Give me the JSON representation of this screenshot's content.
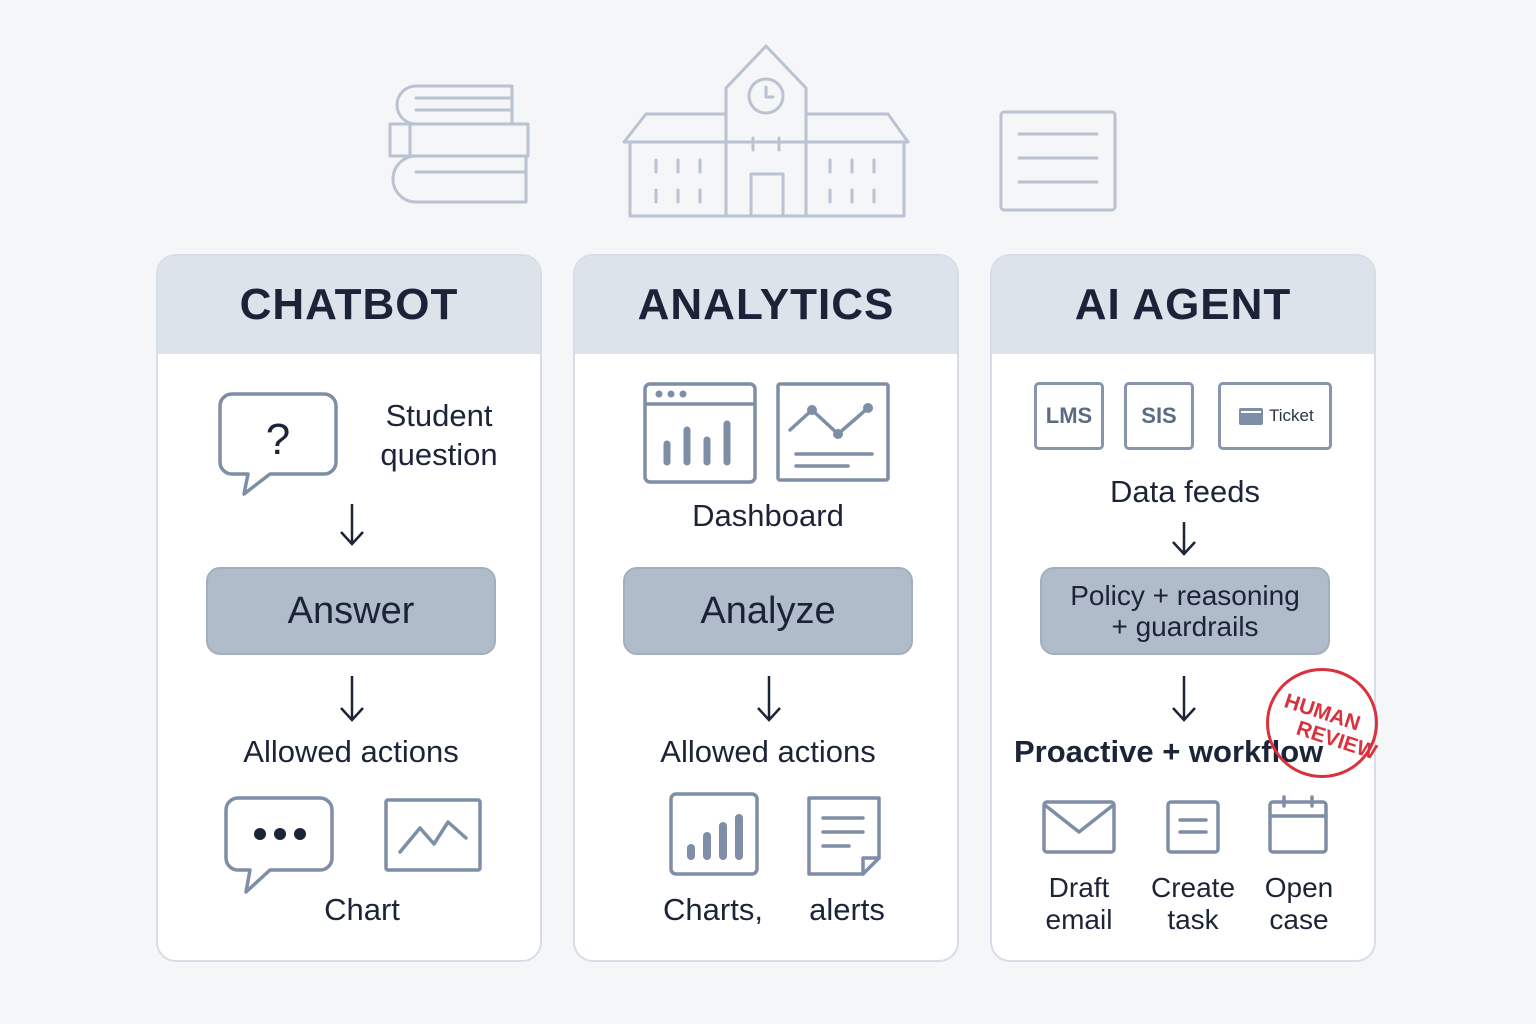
{
  "chatbot": {
    "title": "CHATBOT",
    "input_label": "Student question",
    "input_icon": "?",
    "process": "Answer",
    "outputs_label": "Allowed actions",
    "output_item": "Chart"
  },
  "analytics": {
    "title": "ANALYTICS",
    "input_label": "Dashboard",
    "process": "Analyze",
    "outputs_label": "Allowed actions",
    "output_items": [
      "Charts,",
      "alerts"
    ]
  },
  "agent": {
    "title": "AI AGENT",
    "sources": [
      "LMS",
      "SIS",
      "Ticket"
    ],
    "input_label": "Data feeds",
    "process_line1": "Policy + reasoning",
    "process_line2": "+ guardrails",
    "outputs_label": "Proactive + workflow",
    "stamp_line1": "HUMAN",
    "stamp_line2": "REVIEW",
    "actions": [
      {
        "line1": "Draft",
        "line2": "email"
      },
      {
        "line1": "Create",
        "line2": "task"
      },
      {
        "line1": "Open",
        "line2": "case"
      }
    ]
  },
  "colors": {
    "background": "#f5f6f8",
    "header": "#dde3ea",
    "pill": "#b1bccb",
    "icon": "#7e8ea6",
    "stamp": "#d9323c"
  }
}
